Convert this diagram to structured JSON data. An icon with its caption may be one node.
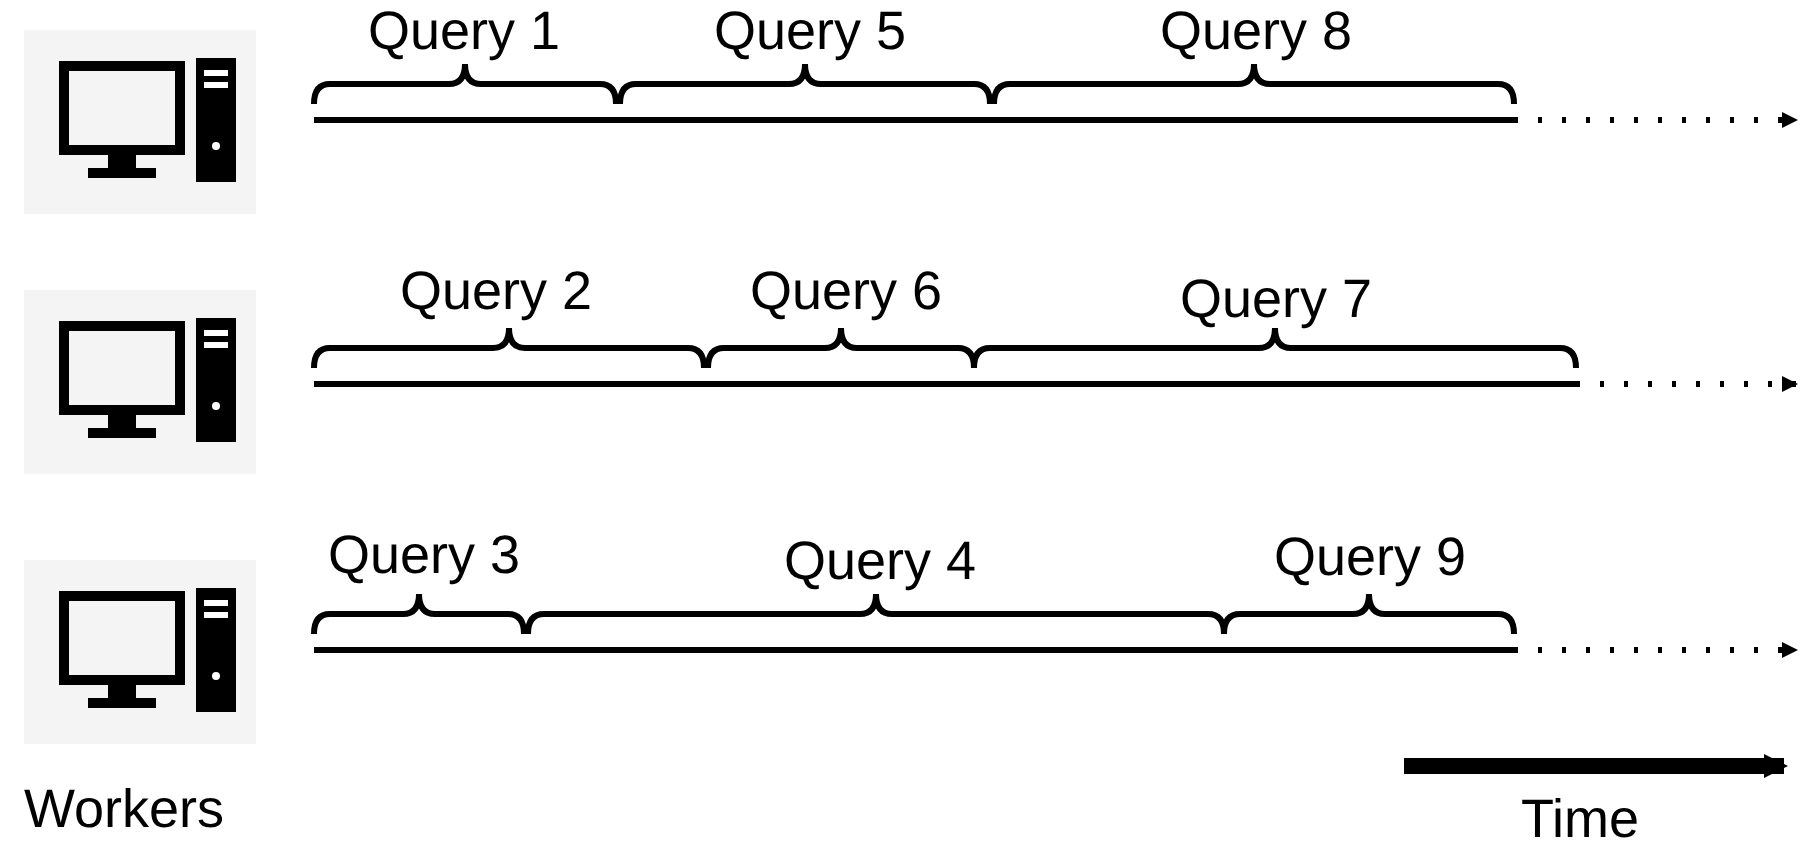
{
  "diagram": {
    "labels": [
      "Query 1",
      "Query 5",
      "Query 8",
      "Query 2",
      "Query 6",
      "Query 7",
      "Query 3",
      "Query 4",
      "Query 9",
      "Workers",
      "Time"
    ]
  }
}
